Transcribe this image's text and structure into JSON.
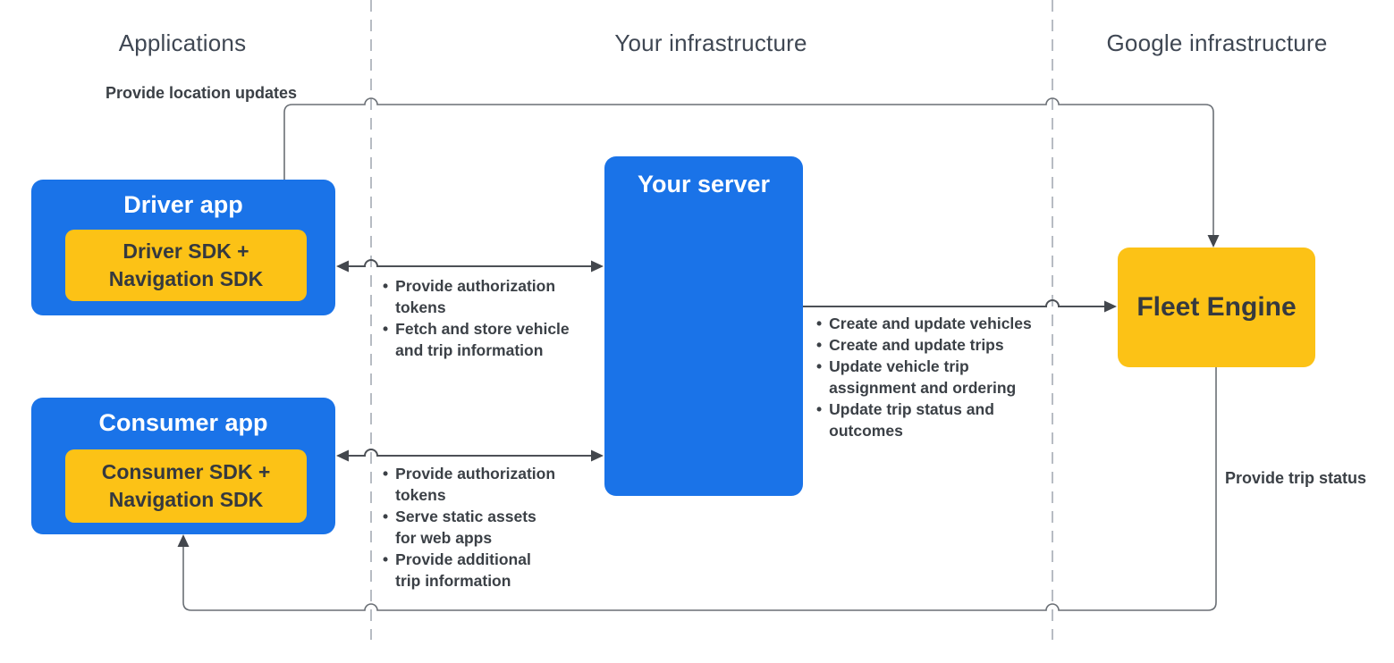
{
  "colors": {
    "blue": "#1a73e8",
    "yellow": "#fcc216",
    "line-long": "#6a6f75",
    "line-short": "#4c5056",
    "arrow": "#43474d",
    "dash": "#b7bcc3",
    "text-dark": "#3b4046",
    "header-color": "#3f4753",
    "box-text": "#35393f"
  },
  "headers": {
    "applications": "Applications",
    "your_infrastructure": "Your infrastructure",
    "google_infrastructure": "Google infrastructure"
  },
  "nodes": {
    "driver_app": {
      "title": "Driver app",
      "sdk": "Driver SDK + Navigation SDK"
    },
    "consumer_app": {
      "title": "Consumer app",
      "sdk": "Consumer SDK + Navigation SDK"
    },
    "your_server": {
      "title": "Your server"
    },
    "fleet_engine": {
      "title": "Fleet Engine"
    }
  },
  "edges": {
    "driver_to_fleet": {
      "label": "Provide location updates"
    },
    "fleet_to_consumer": {
      "label": "Provide trip status"
    },
    "driver_server": {
      "bullets": [
        "Provide authorization\ntokens",
        "Fetch and store vehicle\nand trip information"
      ]
    },
    "consumer_server": {
      "bullets": [
        "Provide authorization\ntokens",
        "Serve static assets\nfor web apps",
        "Provide additional\ntrip information"
      ]
    },
    "server_fleet": {
      "bullets": [
        "Create and update vehicles",
        "Create and update trips",
        "Update vehicle trip\nassignment and ordering",
        "Update trip status and\noutcomes"
      ]
    }
  }
}
